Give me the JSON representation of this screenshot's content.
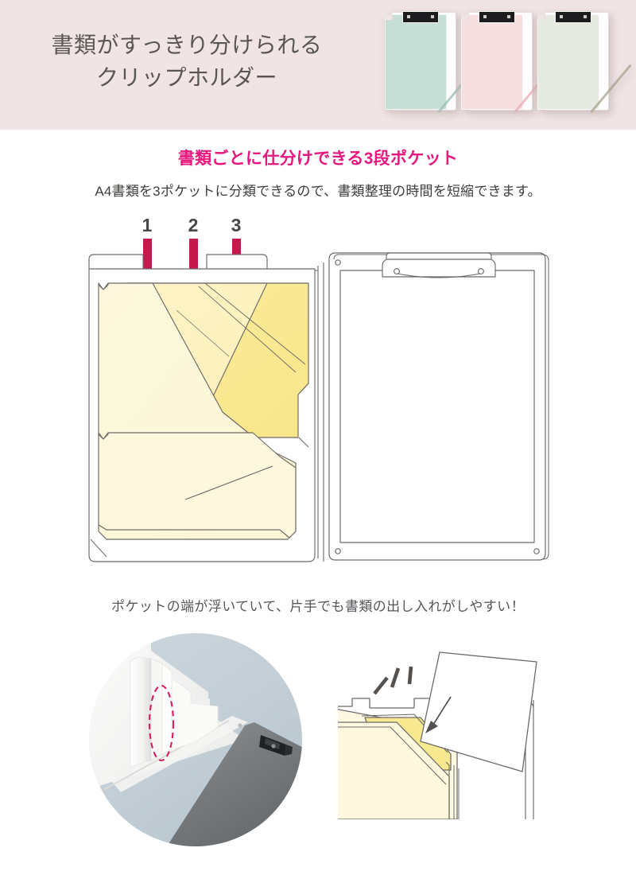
{
  "header": {
    "title": "書類がすっきり分けられる\nクリップホルダー",
    "band_color": "#f1e4e4",
    "title_color": "#595655",
    "variants": [
      {
        "name": "mint-green",
        "body_color": "#c6ded6",
        "strap_color": "#9cbcb2",
        "clip_color": "#1d1d1f"
      },
      {
        "name": "pink",
        "body_color": "#f6dfe0",
        "strap_color": "#e8a9b6",
        "clip_color": "#1d1d1f"
      },
      {
        "name": "ivory-sage",
        "body_color": "#e7eae0",
        "strap_color": "#a8a392",
        "clip_color": "#1d1d1f"
      }
    ]
  },
  "section_pockets": {
    "heading": "書類ごとに仕分けできる3段ポケット",
    "heading_color": "#e6187f",
    "subtext": "A4書類を3ポケットに分類できるので、書類整理の時間を短縮できます。",
    "subtext_color": "#3f3c3b",
    "markers": [
      {
        "label": "1"
      },
      {
        "label": "2"
      },
      {
        "label": "3"
      }
    ],
    "arrow_color": "#c4194c",
    "pocket_colors": [
      "#fcf6d8",
      "#fbf2c2",
      "#fbeb9a"
    ],
    "outline_color": "#6d6a68"
  },
  "section_edge": {
    "heading": "ポケットの端が浮いていて、片手でも書類の出し入れがしやすい！",
    "heading_color": "#59565a",
    "highlight_color": "#d81b60",
    "photo_alt": "pocket-edge-closeup-photo",
    "illustration_alt": "inserting-document-illustration"
  }
}
